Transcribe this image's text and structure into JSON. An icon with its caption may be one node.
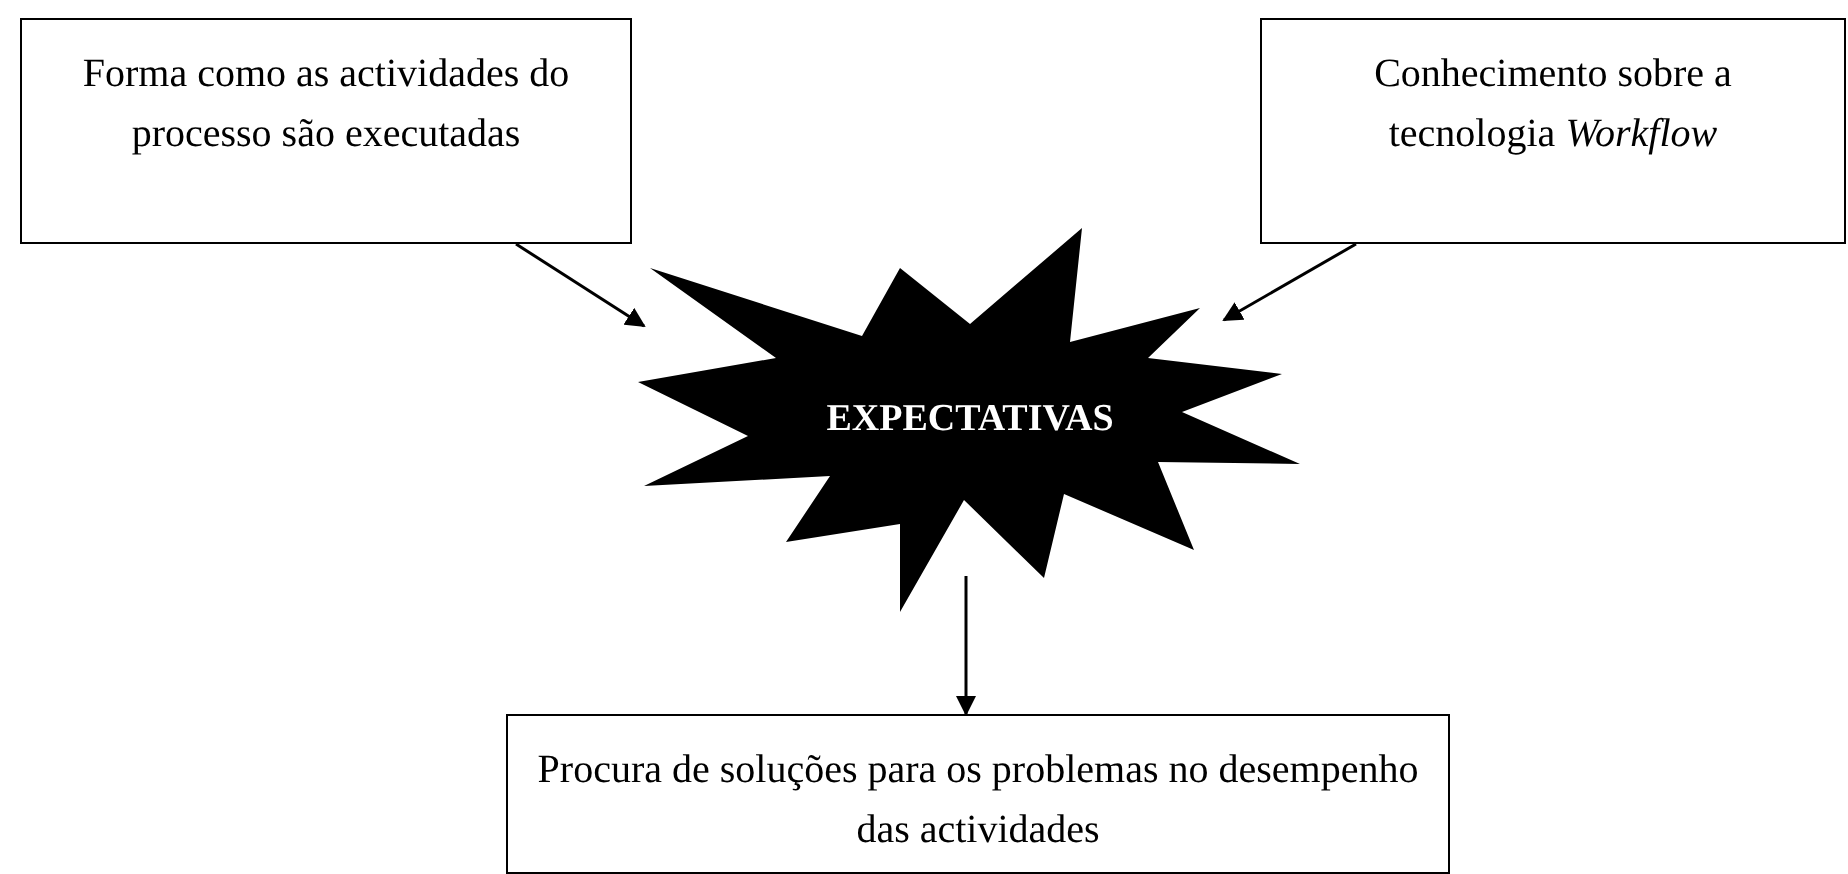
{
  "diagram": {
    "nodes": [
      {
        "text": [
          "Forma como as actividades do processo são executadas"
        ]
      },
      {
        "text": [
          "Conhecimento sobre a tecnologia *Workflow*"
        ]
      },
      {
        "text": [
          "EXPECTATIVAS"
        ]
      },
      {
        "text": [
          "Procura de soluções para os problemas no desempenho das actividades"
        ]
      }
    ],
    "edges": [
      {
        "from": 0,
        "to": 2,
        "arrow": "to"
      },
      {
        "from": 1,
        "to": 2,
        "arrow": "to"
      },
      {
        "from": 2,
        "to": 3,
        "arrow": "to"
      }
    ]
  }
}
